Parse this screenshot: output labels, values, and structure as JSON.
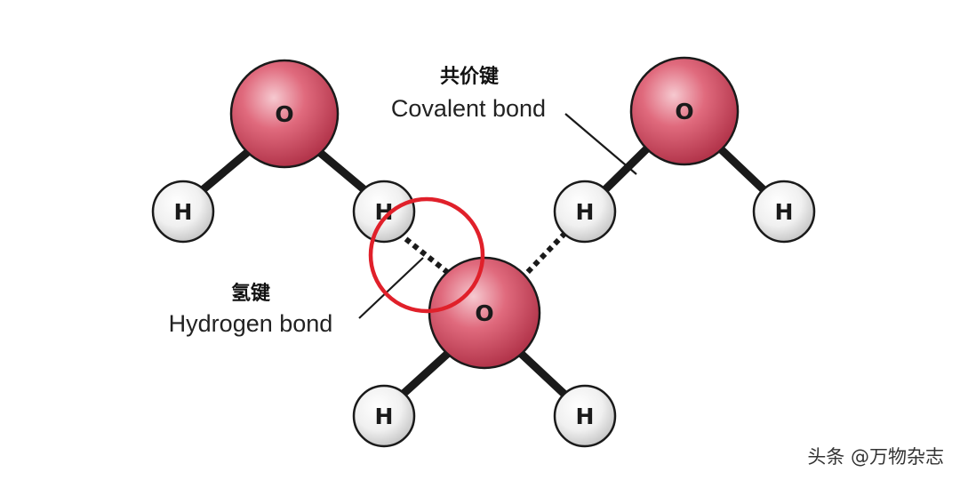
{
  "labels": {
    "covalent_cn": "共价键",
    "covalent_en": "Covalent bond",
    "hydrogen_cn": "氢键",
    "hydrogen_en": "Hydrogen bond"
  },
  "atoms": {
    "oxygen": "O",
    "hydrogen": "H"
  },
  "watermark": "头条 @万物杂志",
  "colors": {
    "oxygen_fill": "#d9566c",
    "hydrogen_fill": "#f2f2f2",
    "highlight_circle": "#e0202a",
    "bond": "#1a1a1a"
  }
}
